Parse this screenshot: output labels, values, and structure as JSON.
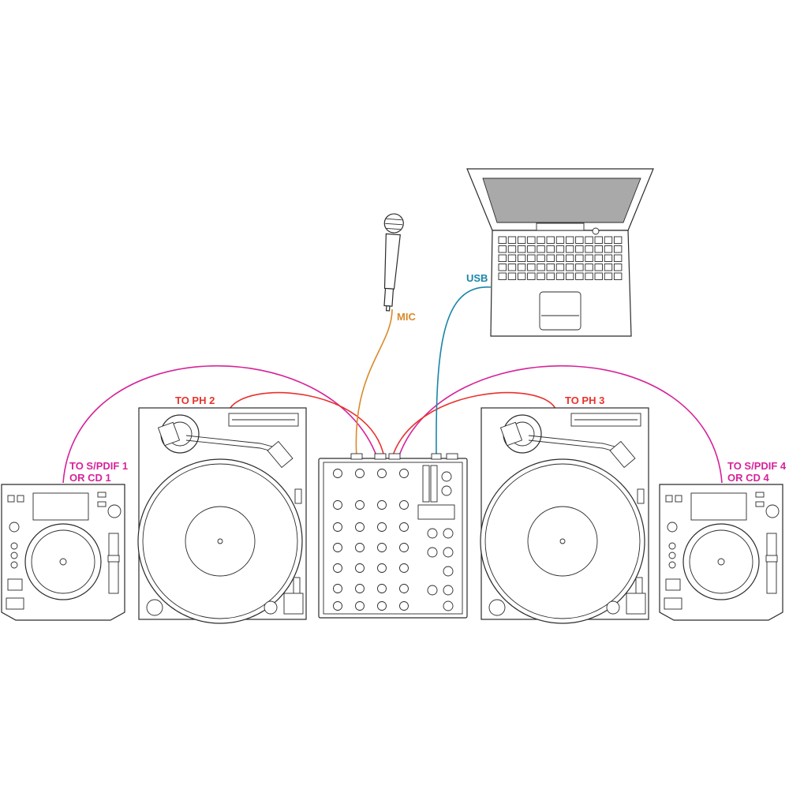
{
  "labels": {
    "mic": "MIC",
    "usb": "USB",
    "to_ph2": "TO PH 2",
    "to_ph3": "TO PH 3",
    "left_cd_line1": "TO S/PDIF 1",
    "left_cd_line2": "OR CD 1",
    "right_cd_line1": "TO S/PDIF 4",
    "right_cd_line2": "OR CD 4"
  },
  "colors": {
    "mic_cable": "#d98a2b",
    "usb_cable": "#1a86a8",
    "phono_cable": "#e8322d",
    "cd_cable": "#d6239a",
    "outline": "#2b2b2b"
  },
  "icons": {
    "laptop": "laptop-icon",
    "microphone": "microphone-icon",
    "turntable": "turntable-icon",
    "cd_player": "cd-player-icon",
    "mixer": "mixer-icon"
  }
}
